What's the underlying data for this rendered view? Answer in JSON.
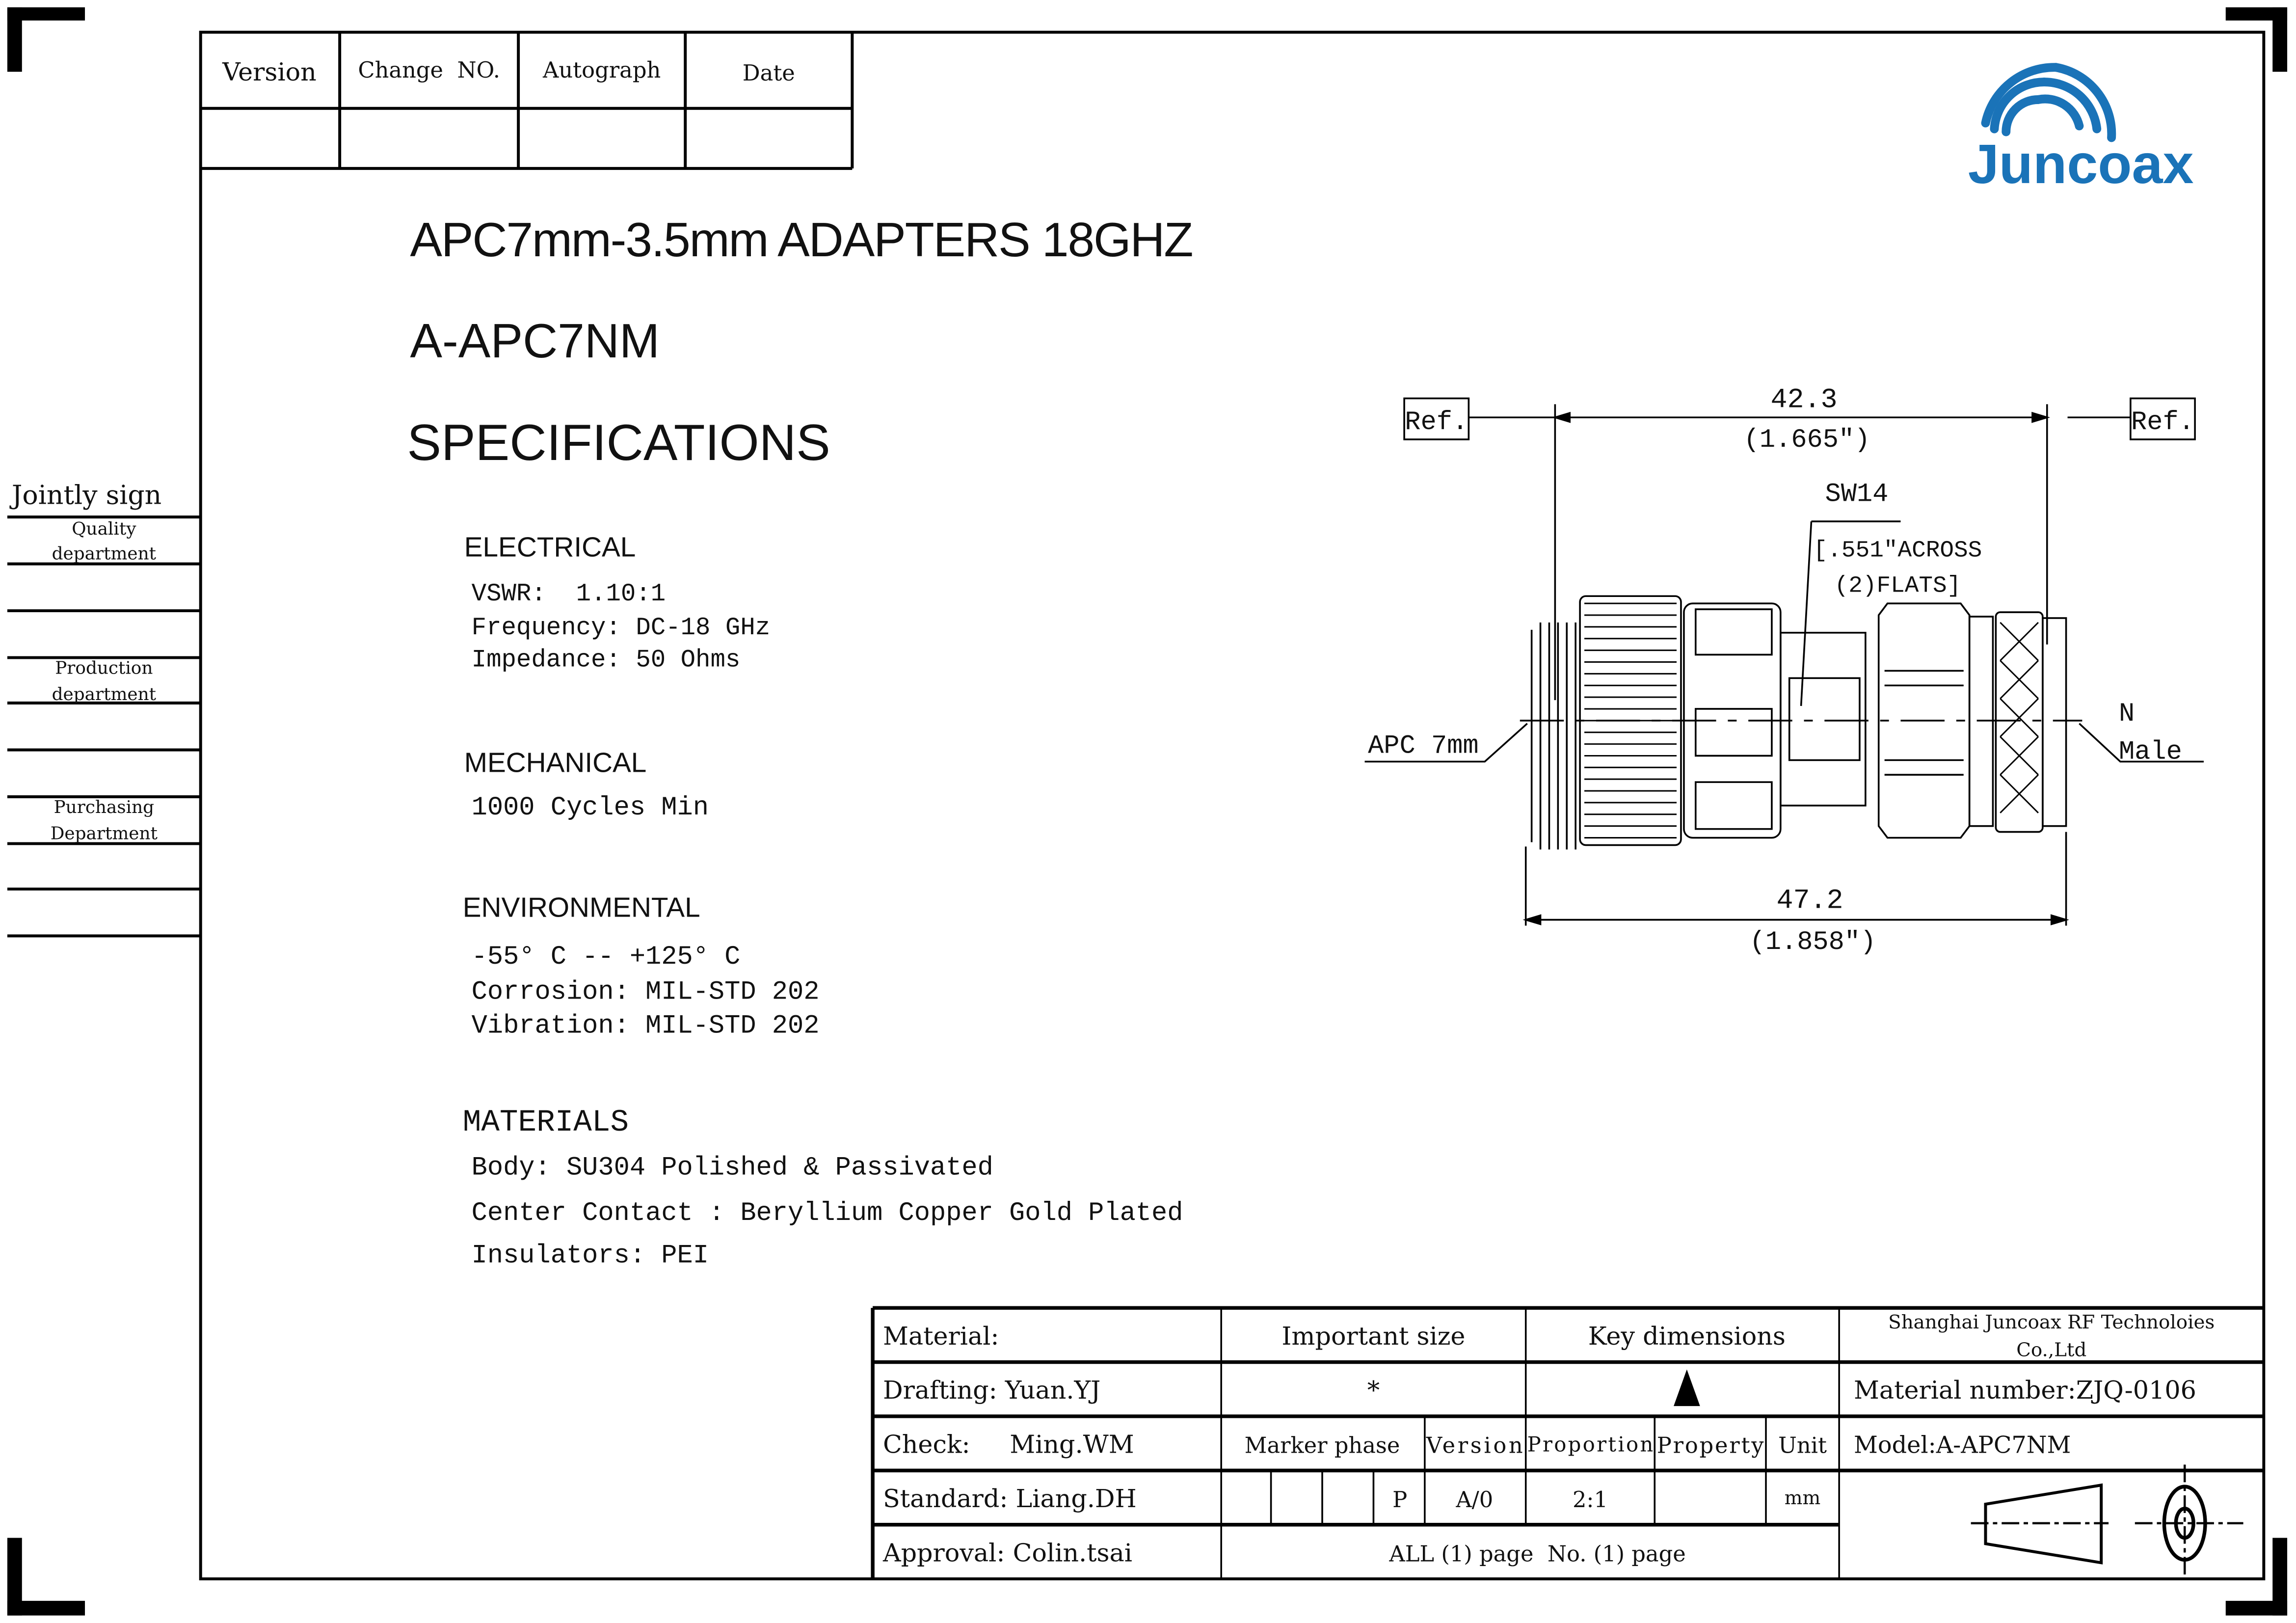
{
  "revision_table": {
    "headers": [
      "Version",
      "Change  NO.",
      "Autograph",
      "Date"
    ]
  },
  "logo": {
    "text": "Juncoax",
    "color": "#1a73b8"
  },
  "title": {
    "line1": "APC7mm-3.5mm ADAPTERS 18GHZ",
    "line2": "A-APC7NM",
    "line3": "SPECIFICATIONS"
  },
  "sign": {
    "heading": "Jointly sign",
    "departments": [
      [
        "Quality",
        "department"
      ],
      [
        "Production",
        "department"
      ],
      [
        "Purchasing",
        "Department"
      ]
    ]
  },
  "specs": {
    "electrical": {
      "heading": "ELECTRICAL",
      "lines": [
        "VSWR:  1.10:1",
        "Frequency: DC-18 GHz",
        "Impedance: 50 Ohms"
      ]
    },
    "mechanical": {
      "heading": "MECHANICAL",
      "lines": [
        "1000 Cycles Min"
      ]
    },
    "environmental": {
      "heading": "ENVIRONMENTAL",
      "lines": [
        "-55° C -- +125° C",
        "Corrosion: MIL-STD 202",
        "Vibration: MIL-STD 202"
      ]
    },
    "materials": {
      "heading": "MATERIALS",
      "lines": [
        "Body: SU304 Polished & Passivated",
        "Center Contact : Beryllium Copper Gold Plated",
        "Insulators: PEI"
      ]
    }
  },
  "drawing": {
    "ref_left": "Ref.",
    "ref_right": "Ref.",
    "dim_top": "42.3",
    "dim_top_in": "(1.665\")",
    "sw": "SW14",
    "sw_note1": "[.551\"ACROSS",
    "sw_note2": "(2)FLATS]",
    "left_label": "APC 7mm",
    "right_label1": "N",
    "right_label2": "Male",
    "dim_bottom": "47.2",
    "dim_bottom_in": "(1.858\")"
  },
  "title_block": {
    "material": "Material:",
    "important_size": "Important size",
    "key_dimensions": "Key dimensions",
    "company1": "Shanghai Juncoax RF Technoloies",
    "company2": "Co.,Ltd",
    "drafting": "Drafting: Yuan.YJ",
    "important_symbol": "*",
    "material_number": "Material number:ZJQ-0106",
    "check": "Check:     Ming.WM",
    "marker_phase": "Marker phase",
    "version": "Version",
    "proportion": "Proportion",
    "property": "Property",
    "unit": "Unit",
    "model": "Model:A-APC7NM",
    "standard": "Standard: Liang.DH",
    "phase_value": "P",
    "version_value": "A/0",
    "proportion_value": "2:1",
    "unit_value": "mm",
    "approval": "Approval: Colin.tsai",
    "pages": "ALL (1) page  No. (1) page"
  }
}
